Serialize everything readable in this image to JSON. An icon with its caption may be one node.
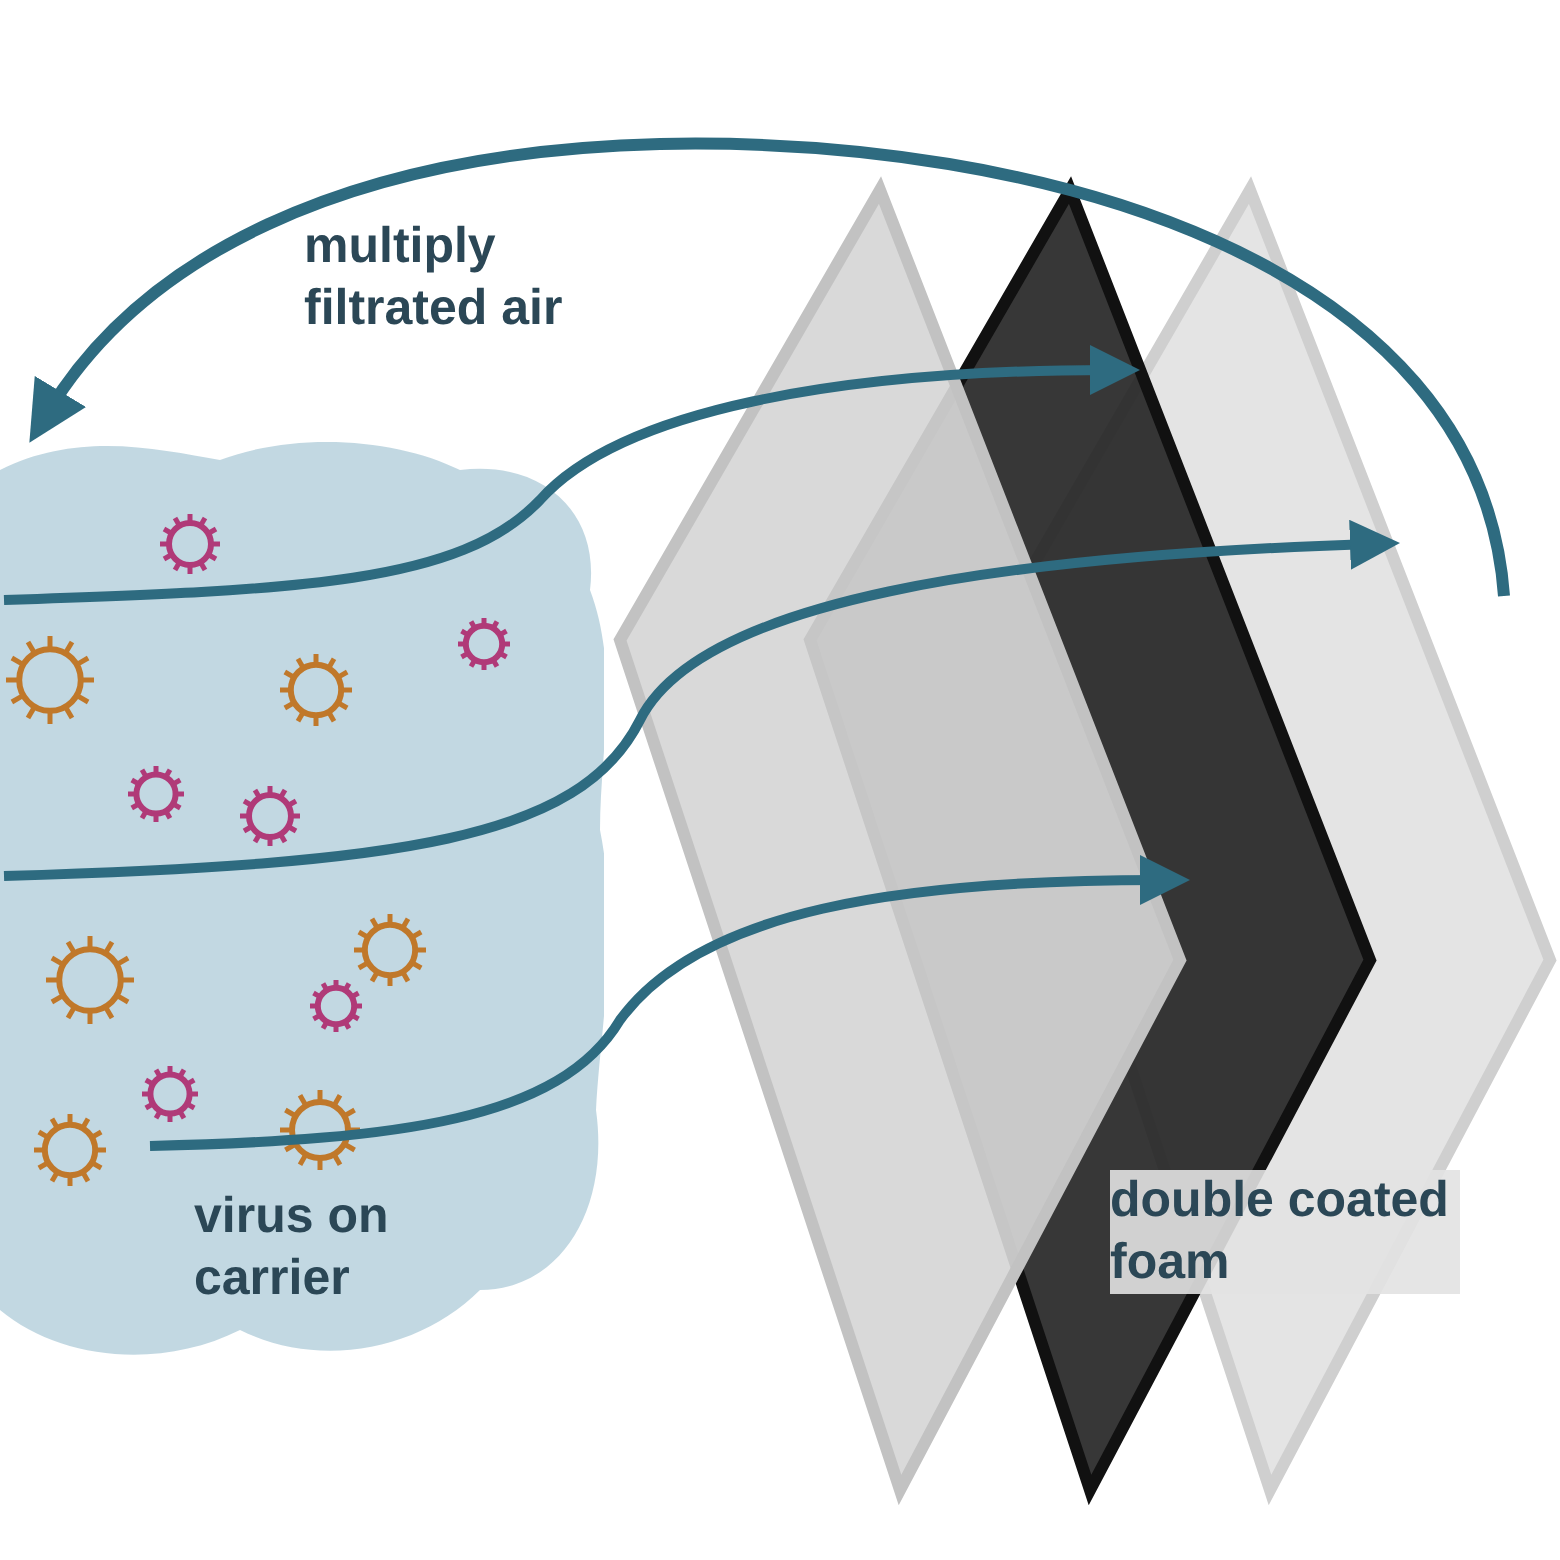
{
  "diagram": {
    "nodes": [
      {
        "text": [
          "virus on carrier"
        ]
      },
      {
        "text": [
          "double coated foam"
        ]
      }
    ],
    "edges": [
      {
        "from": 0,
        "to": 1,
        "arrow": "to"
      },
      {
        "from": 0,
        "to": 1,
        "arrow": "to"
      },
      {
        "from": 0,
        "to": 1,
        "arrow": "to"
      },
      {
        "from": null,
        "to": 0,
        "arrow": "to"
      }
    ],
    "labels": [
      "multiply filtrated air"
    ]
  }
}
